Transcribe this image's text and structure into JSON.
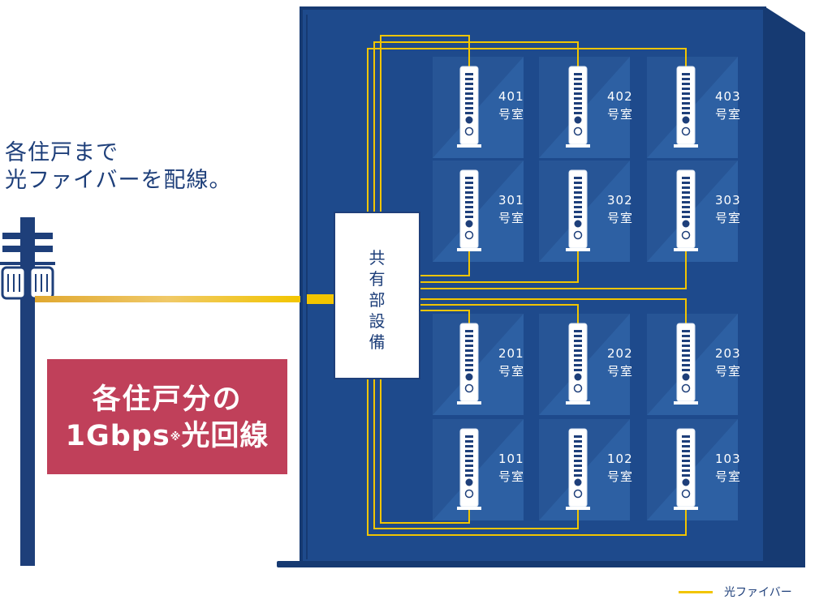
{
  "caption": {
    "line1": "各住戸まで",
    "line2": "光ファイバーを配線。"
  },
  "promo": {
    "line1": "各住戸分の",
    "line2_pre": "1Gbps",
    "line2_mark": "※",
    "line2_post": "光回線"
  },
  "equipment": {
    "label": "共\n有\n部\n設\n備"
  },
  "rooms": [
    {
      "number": "401",
      "suffix": "号室"
    },
    {
      "number": "402",
      "suffix": "号室"
    },
    {
      "number": "403",
      "suffix": "号室"
    },
    {
      "number": "301",
      "suffix": "号室"
    },
    {
      "number": "302",
      "suffix": "号室"
    },
    {
      "number": "303",
      "suffix": "号室"
    },
    {
      "number": "201",
      "suffix": "号室"
    },
    {
      "number": "202",
      "suffix": "号室"
    },
    {
      "number": "203",
      "suffix": "号室"
    },
    {
      "number": "101",
      "suffix": "号室"
    },
    {
      "number": "102",
      "suffix": "号室"
    },
    {
      "number": "103",
      "suffix": "号室"
    }
  ],
  "legend": {
    "label": "光ファイバー"
  },
  "colors": {
    "building": "#1e4a8c",
    "building_dark": "#163a72",
    "fiber": "#f2c500",
    "text_blue": "#1e3f7a",
    "promo_bg": "#c0405a"
  }
}
